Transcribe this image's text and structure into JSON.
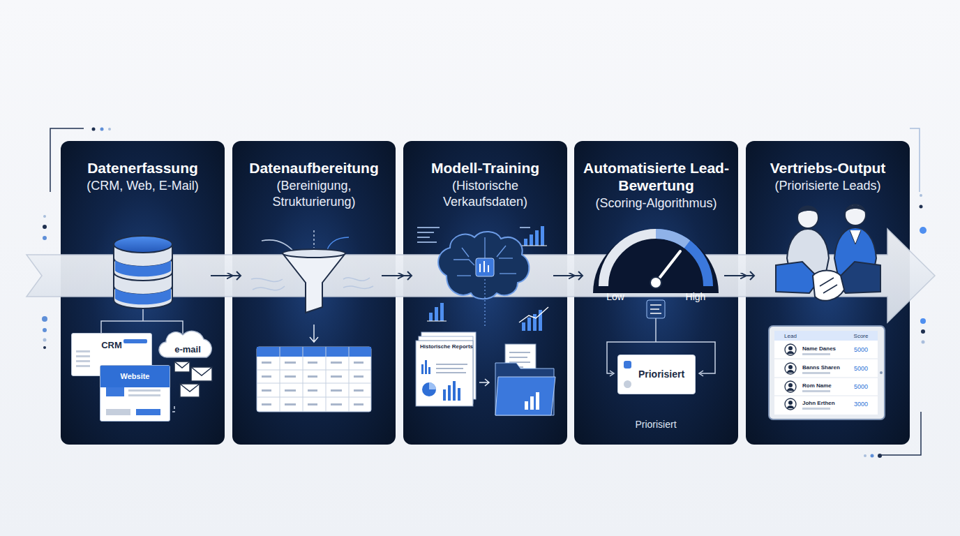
{
  "diagram": {
    "nodes": [
      {
        "text": [
          "Datenerfassung",
          "(CRM, Web, E-Mail)"
        ]
      },
      {
        "text": [
          "Datenaufbereitung",
          "(Bereinigung, Strukturierung)"
        ]
      },
      {
        "text": [
          "Modell-Training",
          "(Historische Verkaufsdaten)"
        ]
      },
      {
        "text": [
          "Automatisierte Lead-Bewertung",
          "(Scoring-Algorithmus)"
        ]
      },
      {
        "text": [
          "Vertriebs-Output",
          "(Priorisierte Leads)"
        ]
      },
      {
        "text": [
          "CRM"
        ],
        "in": 0
      },
      {
        "text": [
          "Website"
        ],
        "in": 0
      },
      {
        "text": [
          "e-mail"
        ],
        "in": 0
      },
      {
        "text": [
          "Historische Reports"
        ],
        "in": 2
      },
      {
        "text": [
          "Priorisiert"
        ],
        "in": 3
      }
    ],
    "edges": [
      {
        "from": 0,
        "to": 1,
        "arrow": "to"
      },
      {
        "from": 1,
        "to": 2,
        "arrow": "to"
      },
      {
        "from": 2,
        "to": 3,
        "arrow": "to"
      },
      {
        "from": 3,
        "to": 4,
        "arrow": "to"
      }
    ],
    "labels": [
      "Low",
      "High",
      "Priorisiert",
      "Lead",
      "Score",
      "Name Danes",
      "5000",
      "Banns Sharen",
      "5000",
      "Rom Name",
      "5000",
      "John Erthen",
      "3000"
    ]
  }
}
